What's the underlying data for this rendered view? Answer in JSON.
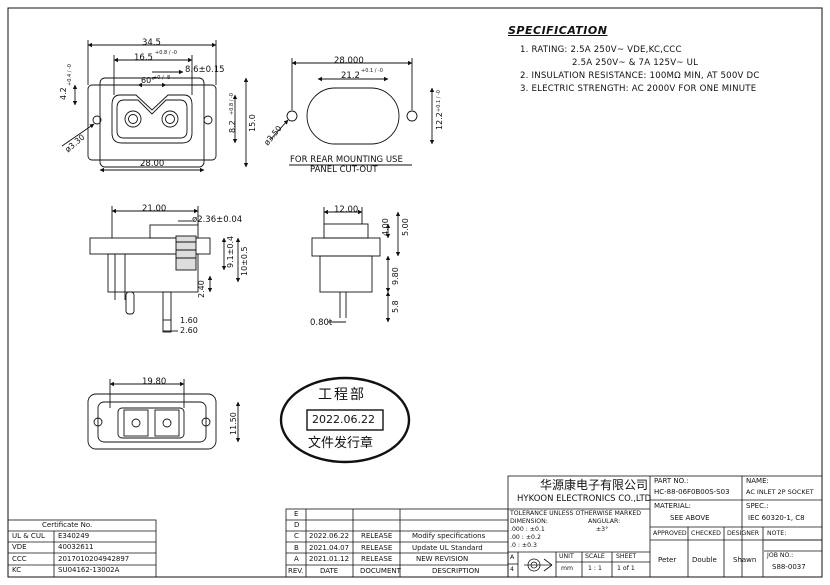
{
  "specification": {
    "title": "SPECIFICATION",
    "lines": [
      "1. RATING: 2.5A 250V~ VDE,KC,CCC",
      "2.5A 250V~ & 7A 125V~ UL",
      "2. INSULATION RESISTANCE: 100MΩ MIN, AT 500V DC",
      "3. ELECTRIC STRENGTH: AC 2000V FOR ONE MINUTE"
    ]
  },
  "dimensions": {
    "front_overall": "34.5",
    "front_inner": "16.5",
    "front_inner_tol": "+0.8 / -0",
    "front_pitch": "8.6±0.15",
    "front_angle": "60°",
    "front_angle_tol": "+0 / -8",
    "front_height_left": "4.2",
    "front_height_left_tol": "+0.4 / -0",
    "front_hole": "ø3.30",
    "front_right_82": "8.2",
    "front_right_82_tol": "+0.8 / -0",
    "front_right_15": "15.0",
    "front_bottom": "28.00",
    "cutout_overall": "28.000",
    "cutout_inner": "21.2",
    "cutout_inner_tol": "+0.1 / -0",
    "cutout_hole": "ø3.50",
    "cutout_height": "12.2",
    "cutout_height_tol": "+0.1 / -0",
    "cutout_caption_1": "FOR REAR MOUNTING USE",
    "cutout_caption_2": "PANEL CUT-OUT",
    "side_width": "21.00",
    "side_pin": "ø2.36±0.04",
    "side_91": "9.1±0.4",
    "side_10": "10±0.5",
    "side_240": "2.40",
    "side_160": "1.60",
    "side_260": "2.60",
    "end_width": "12.00",
    "end_400": "4.00",
    "end_500": "5.00",
    "end_980": "9.80",
    "end_58": "5.8",
    "end_080": "0.80t",
    "bottom_width": "19.80",
    "bottom_height": "11.50"
  },
  "stamp": {
    "top": "工程部",
    "date": "2022.06.22",
    "bottom": "文件发行章"
  },
  "certificates": {
    "header": "Certificate No.",
    "rows": [
      {
        "name": "UL & CUL",
        "value": "E340249"
      },
      {
        "name": "VDE",
        "value": "40032611"
      },
      {
        "name": "CCC",
        "value": "2017010204942897"
      },
      {
        "name": "KC",
        "value": "SU04162-13002A"
      }
    ]
  },
  "revisions": {
    "header": {
      "rev": "REV.",
      "date": "DATE",
      "document": "DOCUMENT",
      "description": "DESCRIPTION"
    },
    "rows": [
      {
        "rev": "E",
        "date": "",
        "document": "",
        "description": ""
      },
      {
        "rev": "D",
        "date": "",
        "document": "",
        "description": ""
      },
      {
        "rev": "C",
        "date": "2022.06.22",
        "document": "RELEASE",
        "description": "Modify specifications"
      },
      {
        "rev": "B",
        "date": "2021.04.07",
        "document": "RELEASE",
        "description": "Update UL Standard"
      },
      {
        "rev": "A",
        "date": "2021.01.12",
        "document": "RELEASE",
        "description": "NEW REVISION"
      }
    ]
  },
  "titleblock": {
    "company_cn": "华源康电子有限公司",
    "company_en": "HYKOON ELECTRONICS CO.,LTD",
    "part_no_label": "PART NO.:",
    "part_no": "HC-88-06F0B00S-S03",
    "name_label": "NAME:",
    "name": "AC INLET 2P SOCKET",
    "tolerance_label": "TOLERANCE UNLESS OTHERWISE MARKED",
    "dimension_label": "DIMENSION:",
    "angular_label": "ANGULAR:",
    "tol_1": ".000 : ±0.1",
    "tol_2": ".00 : ±0.2",
    "tol_3": ".0 : ±0.3",
    "angular_tol": "±3°",
    "material_label": "MATERIAL:",
    "material": "SEE ABOVE",
    "spec_label": "SPEC.:",
    "spec": "IEC 60320-1, C8",
    "approved_label": "APPROVED",
    "checked_label": "CHECKED",
    "designer_label": "DESIGNER",
    "note_label": "NOTE:",
    "approved": "Peter",
    "checked": "Double",
    "designer": "Shawn",
    "job_no_label": "JOB NO.:",
    "job_no": "S88-0037",
    "unit_label": "UNIT",
    "unit": "mm",
    "scale_label": "SCALE",
    "scale": "1 : 1",
    "sheet_label": "SHEET",
    "sheet": "1 of 1",
    "size_a": "A",
    "size_4": "4"
  }
}
